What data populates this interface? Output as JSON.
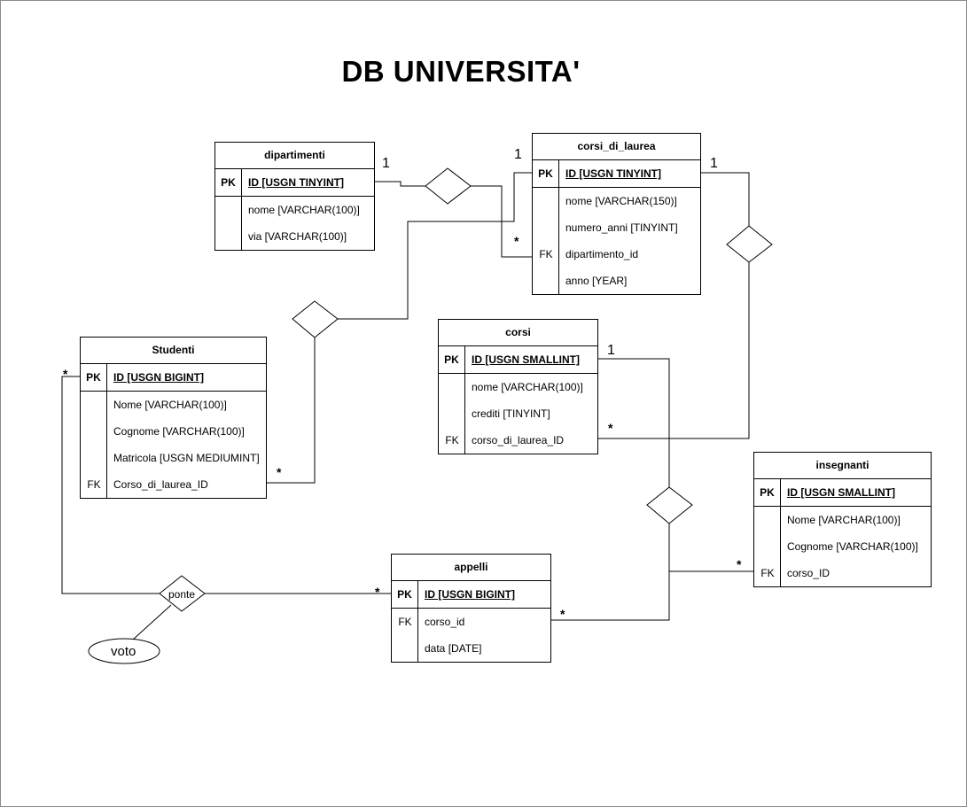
{
  "title": "DB UNIVERSITA'",
  "tables": {
    "dipartimenti": {
      "name": "dipartimenti",
      "pk": {
        "key": "PK",
        "name": "ID [USGN TINYINT]"
      },
      "fields": [
        {
          "key": "",
          "name": "nome [VARCHAR(100)]"
        },
        {
          "key": "",
          "name": "via  [VARCHAR(100)]"
        }
      ]
    },
    "corsi_di_laurea": {
      "name": "corsi_di_laurea",
      "pk": {
        "key": "PK",
        "name": "ID [USGN TINYINT]"
      },
      "fields": [
        {
          "key": "",
          "name": "nome  [VARCHAR(150)]"
        },
        {
          "key": "",
          "name": "numero_anni [TINYINT]"
        },
        {
          "key": "FK",
          "name": "dipartimento_id"
        },
        {
          "key": "",
          "name": "anno [YEAR]"
        }
      ]
    },
    "studenti": {
      "name": "Studenti",
      "pk": {
        "key": "PK",
        "name": "ID [USGN BIGINT]"
      },
      "fields": [
        {
          "key": "",
          "name": "Nome [VARCHAR(100)]"
        },
        {
          "key": "",
          "name": "Cognome [VARCHAR(100)]"
        },
        {
          "key": "",
          "name": "Matricola [USGN MEDIUMINT]"
        },
        {
          "key": "FK",
          "name": "Corso_di_laurea_ID"
        }
      ]
    },
    "corsi": {
      "name": "corsi",
      "pk": {
        "key": "PK",
        "name": "ID [USGN SMALLINT]"
      },
      "fields": [
        {
          "key": "",
          "name": "nome [VARCHAR(100)]"
        },
        {
          "key": "",
          "name": "crediti [TINYINT]"
        },
        {
          "key": "FK",
          "name": "corso_di_laurea_ID"
        }
      ]
    },
    "insegnanti": {
      "name": "insegnanti",
      "pk": {
        "key": "PK",
        "name": "ID [USGN SMALLINT]"
      },
      "fields": [
        {
          "key": "",
          "name": "Nome [VARCHAR(100)]"
        },
        {
          "key": "",
          "name": "Cognome [VARCHAR(100)]"
        },
        {
          "key": "FK",
          "name": "corso_ID"
        }
      ]
    },
    "appelli": {
      "name": "appelli",
      "pk": {
        "key": "PK",
        "name": "ID [USGN BIGINT]"
      },
      "fields": [
        {
          "key": "FK",
          "name": "corso_id"
        },
        {
          "key": "",
          "name": "data [DATE]"
        }
      ]
    }
  },
  "cardinalities": {
    "one": "1",
    "many": "*"
  },
  "relationships": {
    "ponte": "ponte",
    "voto": "voto"
  }
}
